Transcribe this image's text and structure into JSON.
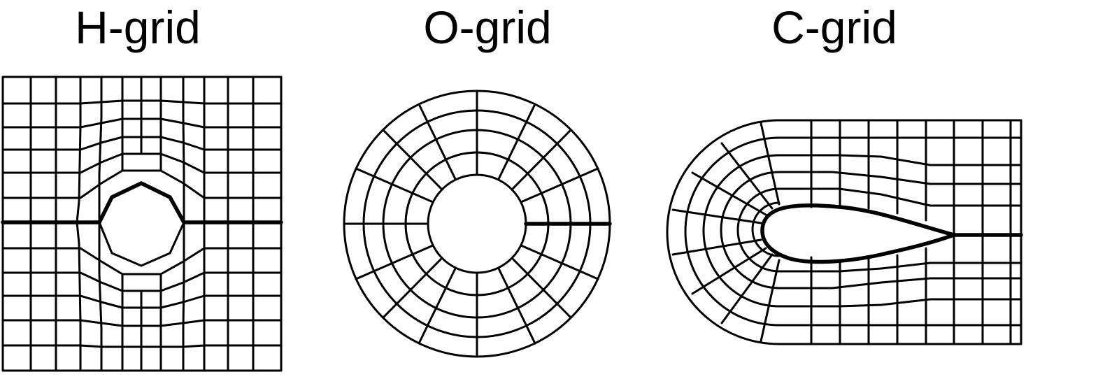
{
  "panels": [
    {
      "title": "H-grid"
    },
    {
      "title": "O-grid"
    },
    {
      "title": "C-grid"
    }
  ]
}
